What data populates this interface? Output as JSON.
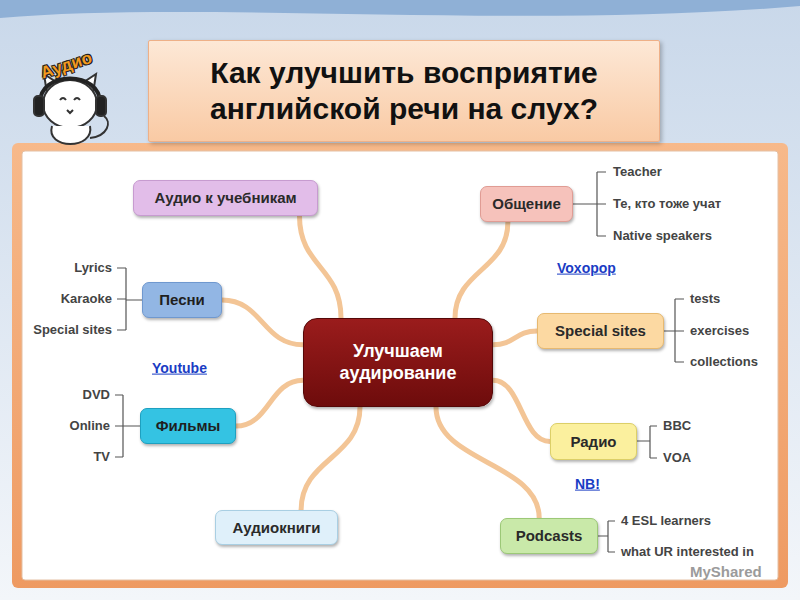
{
  "diagram": {
    "title": "Как улучшить восприятие английской речи на слух?",
    "nodes": [
      {
        "text": [
          "Улучшаем аудирование"
        ]
      },
      {
        "text": [
          "Аудио к учебникам"
        ]
      },
      {
        "text": [
          "Общение"
        ]
      },
      {
        "text": [
          "Песни"
        ]
      },
      {
        "text": [
          "Special sites"
        ]
      },
      {
        "text": [
          "Фильмы"
        ]
      },
      {
        "text": [
          "Радио"
        ]
      },
      {
        "text": [
          "Аудиокниги"
        ]
      },
      {
        "text": [
          "Podcasts"
        ]
      }
    ],
    "edges": [
      {
        "from": 0,
        "to": 1,
        "arrow": "none"
      },
      {
        "from": 0,
        "to": 2,
        "arrow": "none"
      },
      {
        "from": 0,
        "to": 3,
        "arrow": "none"
      },
      {
        "from": 0,
        "to": 4,
        "arrow": "none"
      },
      {
        "from": 0,
        "to": 5,
        "arrow": "none"
      },
      {
        "from": 0,
        "to": 6,
        "arrow": "none"
      },
      {
        "from": 0,
        "to": 7,
        "arrow": "none"
      },
      {
        "from": 0,
        "to": 8,
        "arrow": "none"
      }
    ],
    "labels": [
      "Аудио",
      "Teacher",
      "Те, кто тоже учат",
      "Native speakers",
      "Lyrics",
      "Karaoke",
      "Special sites",
      "Voxopop",
      "tests",
      "exercises",
      "collections",
      "Youtube",
      "DVD",
      "Online",
      "TV",
      "BBC",
      "VOA",
      "NB!",
      "4 ESL learners",
      "what UR interested in",
      "MyShared"
    ]
  }
}
